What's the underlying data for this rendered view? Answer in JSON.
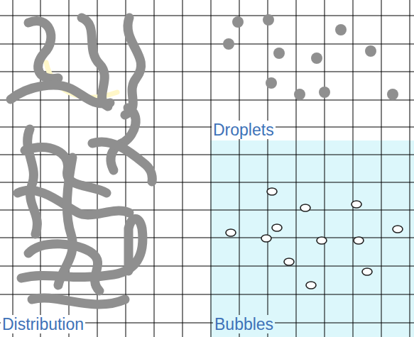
{
  "diagram": {
    "nodes": [
      {
        "text": [
          "Bubbles"
        ]
      }
    ],
    "labels": [
      "Droplets",
      "Distribution"
    ]
  }
}
